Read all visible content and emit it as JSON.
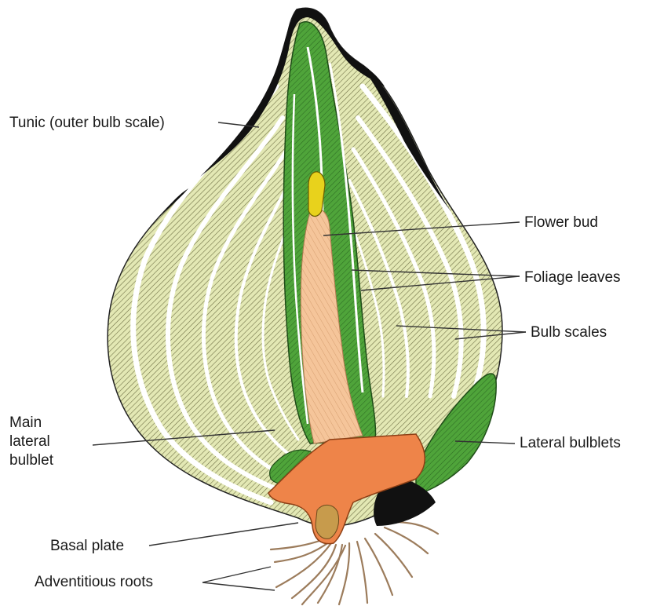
{
  "labels": {
    "tunic": "Tunic (outer bulb scale)",
    "flower_bud": "Flower bud",
    "foliage_leaves": "Foliage leaves",
    "bulb_scales": "Bulb scales",
    "main_lateral_bulblet": [
      "Main",
      "lateral",
      "bulblet"
    ],
    "lateral_bulblets": "Lateral bulblets",
    "basal_plate": "Basal plate",
    "adventitious_roots": "Adventitious roots"
  },
  "colors": {
    "scale_fill": "#e3e8b4",
    "scale_hatch": "#6f7046",
    "scale_gap": "#ffffff",
    "tunic": "#111111",
    "foliage": "#4fa43a",
    "foliage_dark": "#2c6b22",
    "stem": "#f5c59a",
    "flower_bud": "#e8d21c",
    "basal_plate": "#ee8449",
    "roots": "#a08060",
    "leader_line": "#333333"
  }
}
